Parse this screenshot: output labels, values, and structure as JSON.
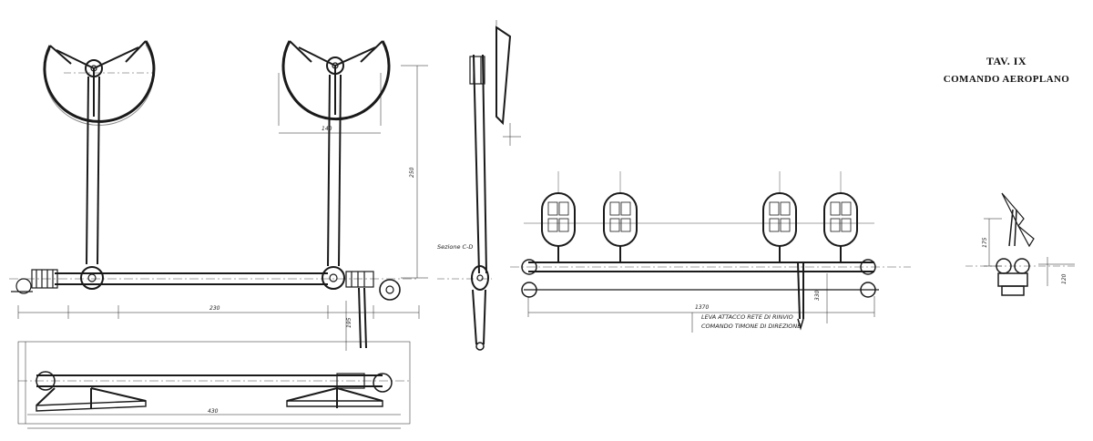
{
  "plate": {
    "number": "TAV. IX",
    "title": "COMANDO AEROPLANO"
  },
  "annotations": {
    "section": "Sezione C-D",
    "total": "1370",
    "lever_note": "LEVA ATTACCO RETE DI RINVIO",
    "rudder_note": "COMANDO TIMONE DI DIREZIONE"
  },
  "dimensions": {
    "d140": "140",
    "d330": "330",
    "d250": "250",
    "d195": "195",
    "d230": "230",
    "d120": "120",
    "d175": "175",
    "d430": "430"
  },
  "colors": {
    "ink": "#1a1a1a",
    "paper": "#ffffff"
  }
}
